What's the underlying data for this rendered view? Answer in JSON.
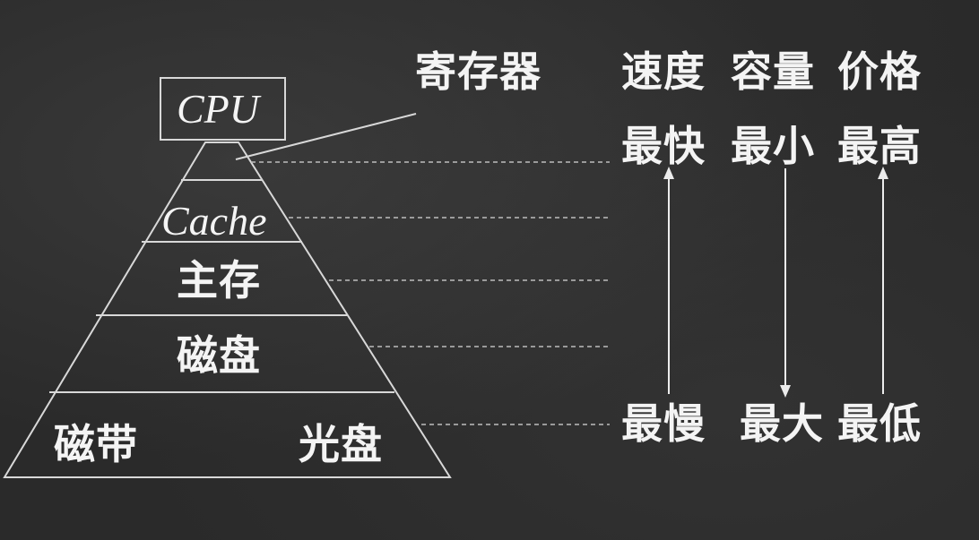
{
  "pyramid": {
    "cpu": "CPU",
    "register": "寄存器",
    "cache": "Cache",
    "main_memory": "主存",
    "disk": "磁盘",
    "tape": "磁带",
    "optical_disc": "光盘"
  },
  "headers": {
    "speed": "速度",
    "capacity": "容量",
    "price": "价格"
  },
  "top_values": {
    "speed": "最快",
    "capacity": "最小",
    "price": "最高"
  },
  "bottom_values": {
    "speed": "最慢",
    "capacity": "最大",
    "price": "最低"
  },
  "colors": {
    "background": "#2a2a2a",
    "chalk": "#f4f4f4",
    "line": "#d8d8d8"
  }
}
